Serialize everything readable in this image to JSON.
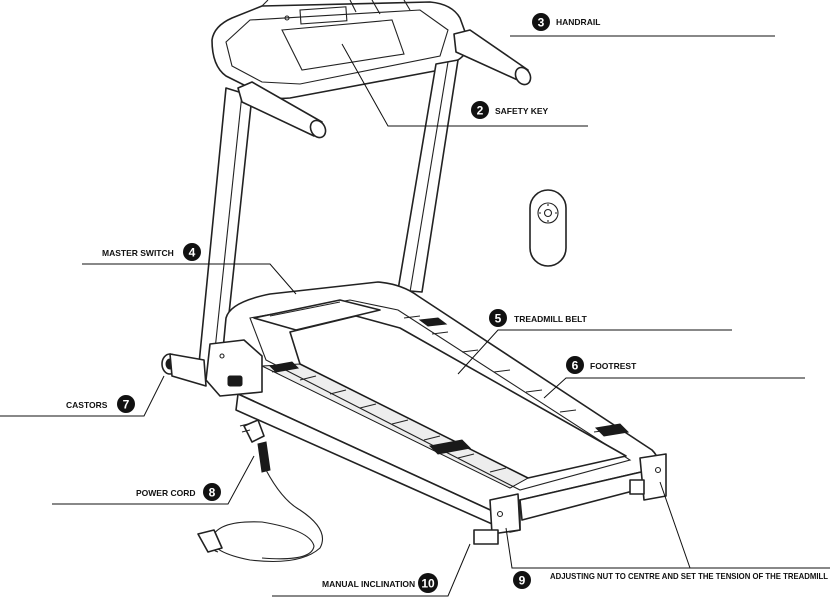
{
  "callouts": {
    "handrail": {
      "number": "3",
      "label": "HANDRAIL"
    },
    "safety_key": {
      "number": "2",
      "label": "SAFETY KEY"
    },
    "master_switch": {
      "number": "4",
      "label": "MASTER SWITCH"
    },
    "treadmill_belt": {
      "number": "5",
      "label": "TREADMILL BELT"
    },
    "footrest": {
      "number": "6",
      "label": "FOOTREST"
    },
    "castors": {
      "number": "7",
      "label": "CASTORS"
    },
    "power_cord": {
      "number": "8",
      "label": "POWER CORD"
    },
    "adjusting_nut": {
      "number": "9",
      "label": "ADJUSTING NUT TO CENTRE AND SET THE TENSION OF THE TREADMILL"
    },
    "manual_inclination": {
      "number": "10",
      "label": "MANUAL INCLINATION"
    }
  }
}
